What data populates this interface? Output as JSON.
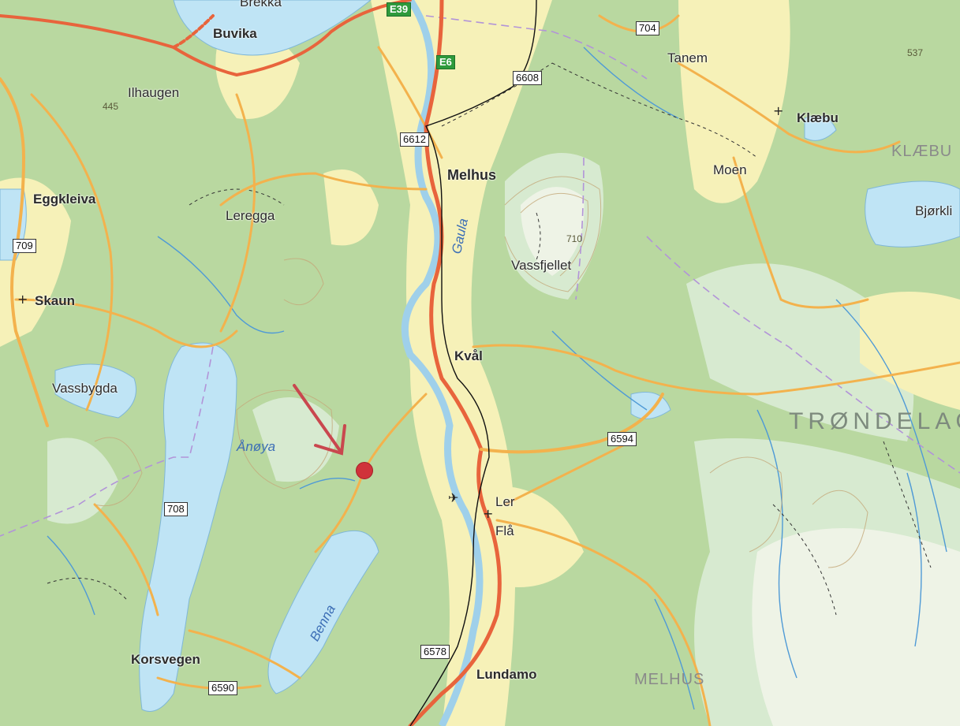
{
  "map": {
    "colors": {
      "forest": "#b9d8a0",
      "water": "#bfe4f5",
      "farmland": "#f6f1b8",
      "main_road": "#e8643c",
      "road": "#f3b24d",
      "marker": "#d0323a",
      "arrow": "#c9474e"
    },
    "places": {
      "brekka": "Brekka",
      "buvika": "Buvika",
      "ilhaugen": "Ilhaugen",
      "tanem": "Tanem",
      "klaebu": "Klæbu",
      "moen": "Moen",
      "bjorkli": "Bjørkli",
      "eggkleiva": "Eggkleiva",
      "leregga": "Leregga",
      "melhus": "Melhus",
      "vassfjellet": "Vassfjellet",
      "skaun": "Skaun",
      "kval": "Kvål",
      "vassbygda": "Vassbygda",
      "ler": "Ler",
      "fla": "Flå",
      "korsvegen": "Korsvegen",
      "lundamo": "Lundamo"
    },
    "water_names": {
      "gaula": "Gaula",
      "anoya": "Ånøya",
      "benna": "Benna"
    },
    "regions": {
      "klaebu": "KLÆBU",
      "trondelag": "TRØNDELAG",
      "melhus": "MELHUS"
    },
    "elevations": {
      "e445": "445",
      "e537": "537",
      "e710": "710"
    },
    "road_numbers": {
      "e39": "E39",
      "e6": "E6",
      "r704": "704",
      "r6608": "6608",
      "r6612": "6612",
      "r709": "709",
      "r6594": "6594",
      "r708": "708",
      "r6578": "6578",
      "r6590": "6590"
    }
  }
}
